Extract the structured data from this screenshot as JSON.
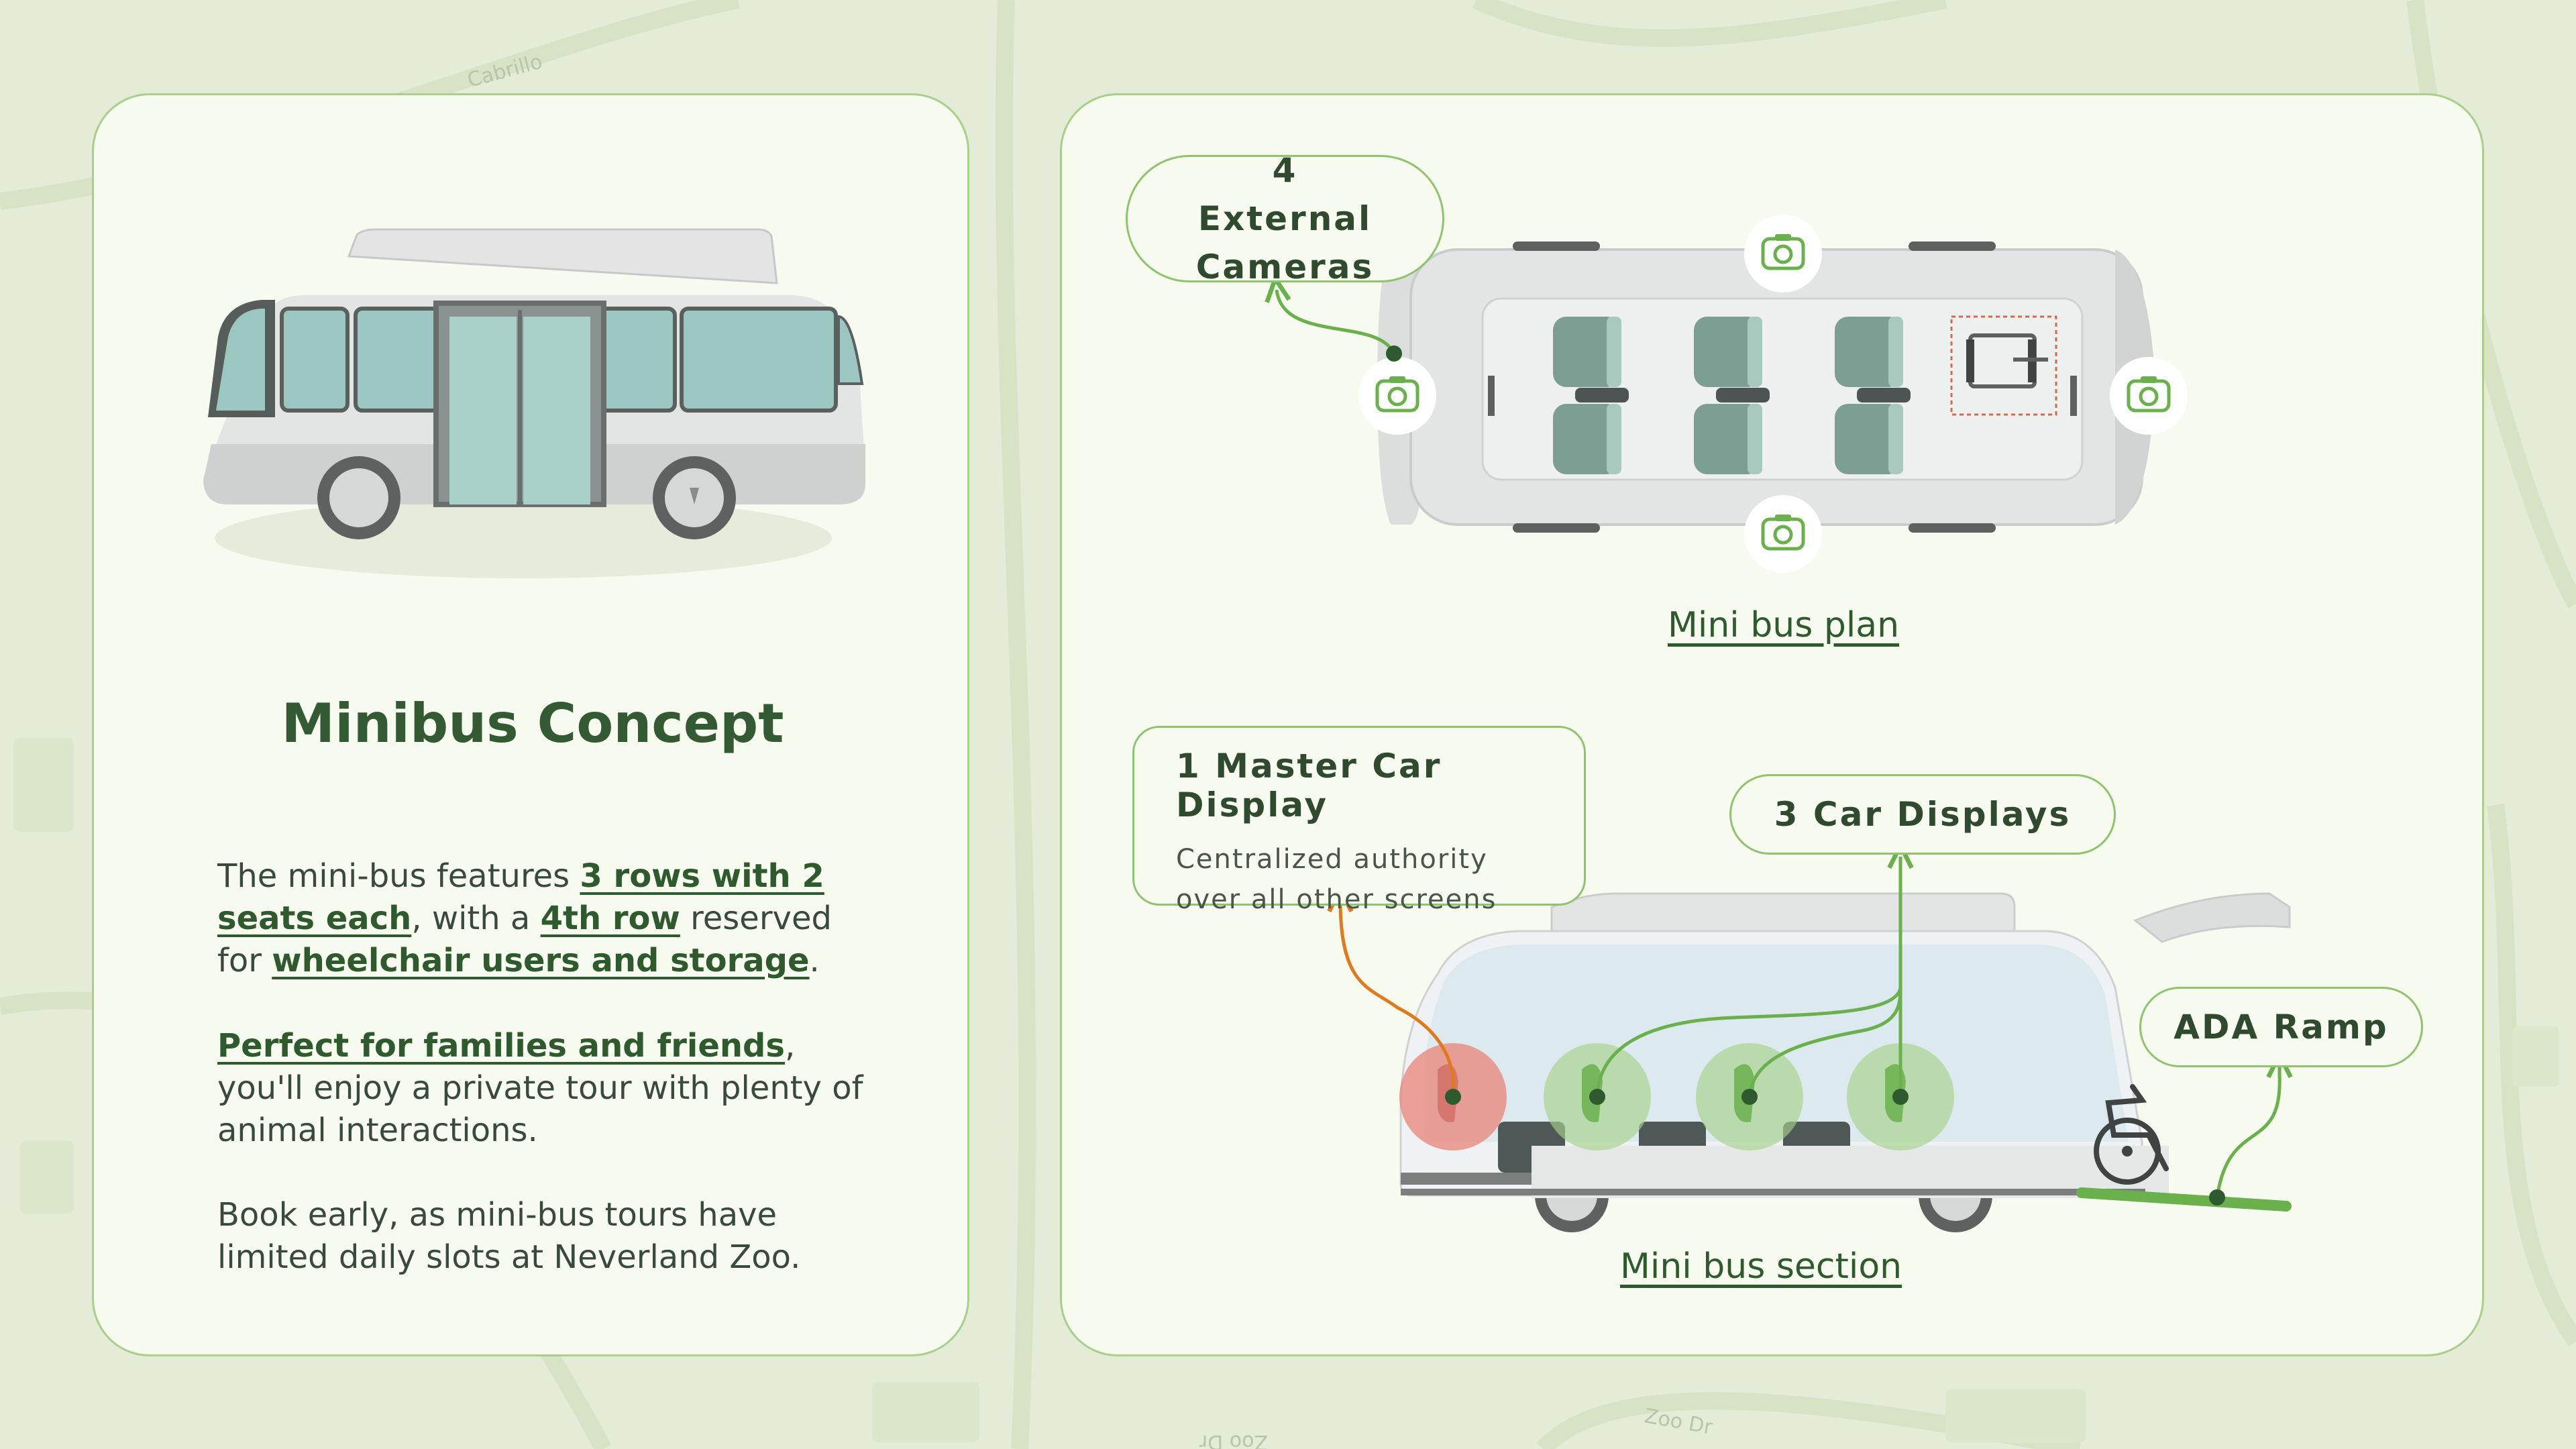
{
  "left": {
    "title": "Minibus Concept",
    "p1": {
      "t1": "The mini-bus features ",
      "h1": "3 rows with 2 seats each",
      "t2": ", with a ",
      "h2": "4th row",
      "t3": " reserved for ",
      "h3": "wheelchair users and storage",
      "t4": "."
    },
    "p2": {
      "h1": "Perfect for families and friends",
      "t1": ", you'll enjoy a private tour with plenty of animal interactions."
    },
    "p3": {
      "t1": "Book early, as mini-bus tours have limited daily slots at Neverland Zoo."
    }
  },
  "right": {
    "cameras_label": "4 External Cameras",
    "plan_caption": "Mini bus plan",
    "master_title": "1 Master Car Display",
    "master_sub": "Centralized authority over all other screens",
    "car_displays_label": "3 Car Displays",
    "ramp_label": "ADA Ramp",
    "section_caption": "Mini bus section"
  },
  "map": {
    "street_1": "Cabrillo",
    "street_2": "Zoo Dr",
    "street_3": "Zoo Dr"
  },
  "colors": {
    "accent_green": "#6ab04c",
    "dark_green": "#345a34",
    "orange": "#e07a1e",
    "master_display": "#e88a80",
    "card_border": "#a9cf8d"
  },
  "icons": [
    "camera-icon",
    "wheelchair-icon"
  ]
}
